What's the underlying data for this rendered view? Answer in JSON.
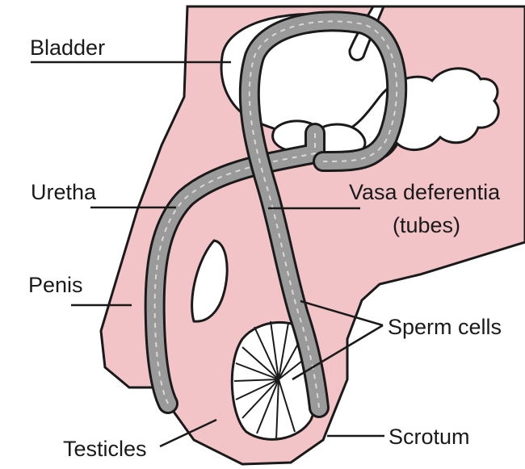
{
  "labels": {
    "bladder": "Bladder",
    "uretha": "Uretha",
    "vasa_line1": "Vasa deferentia",
    "vasa_line2": "(tubes)",
    "penis": "Penis",
    "sperm_cells": "Sperm cells",
    "testicles": "Testicles",
    "scrotum": "Scrotum"
  },
  "colors": {
    "skin": "#f2c4c8",
    "tube_fill": "#9a9a9a",
    "outline": "#1a1a1a",
    "organ": "#ffffff",
    "background": "#ffffff"
  }
}
